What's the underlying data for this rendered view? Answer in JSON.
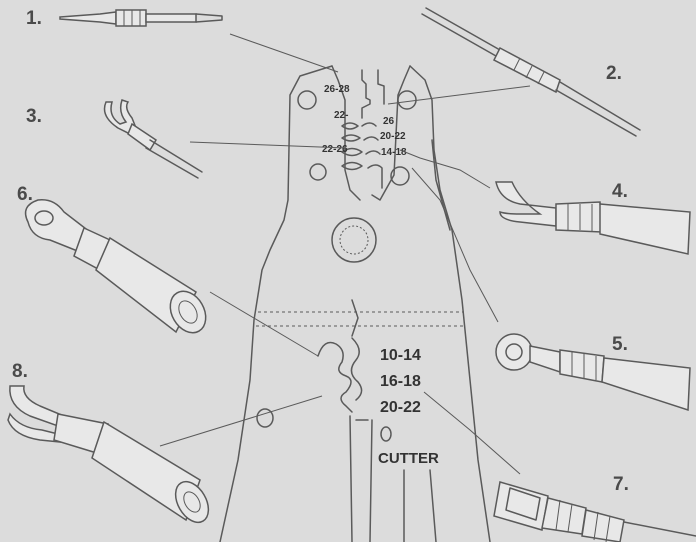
{
  "part_numbers": {
    "p1": "1.",
    "p2": "2.",
    "p3": "3.",
    "p4": "4.",
    "p5": "5.",
    "p6": "6.",
    "p7": "7.",
    "p8": "8."
  },
  "jaw_labels": {
    "g1": "26-28",
    "g2": "22-",
    "g3": "26",
    "g4": "20-22",
    "g5": "22-26",
    "g6": "14-18"
  },
  "crimp_labels": {
    "c1": "10-14",
    "c2": "16-18",
    "c3": "20-22"
  },
  "cutter_label": "CUTTER",
  "colors": {
    "background": "#dcdcdc",
    "line": "#5a5a5a",
    "text": "#333333"
  }
}
